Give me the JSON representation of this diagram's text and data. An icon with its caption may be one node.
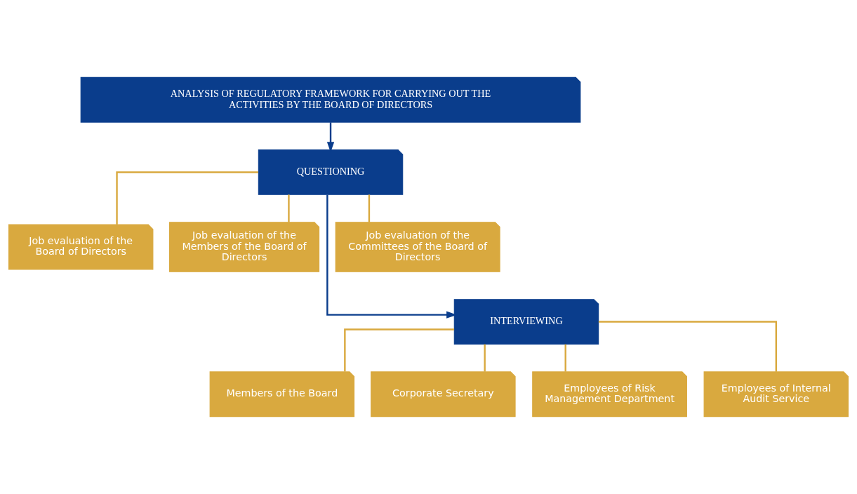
{
  "diagram": {
    "nodes": [
      {
        "text": [
          "ANALYSIS OF REGULATORY FRAMEWORK FOR CARRYING OUT THE ACTIVITIES BY THE BOARD OF DIRECTORS"
        ]
      },
      {
        "text": [
          "QUESTIONING"
        ]
      },
      {
        "text": [
          "Job evaluation of the Board of Directors"
        ]
      },
      {
        "text": [
          "Job evaluation of the Members of the Board of Directors"
        ]
      },
      {
        "text": [
          "Job evaluation of the Committees of the Board of Directors"
        ]
      },
      {
        "text": [
          "INTERVIEWING"
        ]
      },
      {
        "text": [
          "Members of the Board"
        ]
      },
      {
        "text": [
          "Corporate Secretary"
        ]
      },
      {
        "text": [
          "Employees of Risk Management Department"
        ]
      },
      {
        "text": [
          "Employees of Internal Audit Service"
        ]
      }
    ],
    "edges": [
      {
        "from": 0,
        "to": 1,
        "arrow": "to",
        "color": "#0a3d8c"
      },
      {
        "from": 1,
        "to": 2,
        "arrow": "none"
      },
      {
        "from": 1,
        "to": 3,
        "arrow": "none"
      },
      {
        "from": 1,
        "to": 4,
        "arrow": "none"
      },
      {
        "from": 1,
        "to": 5,
        "arrow": "to",
        "color": "#0a3d8c"
      },
      {
        "from": 5,
        "to": 6,
        "arrow": "none"
      },
      {
        "from": 5,
        "to": 7,
        "arrow": "none"
      },
      {
        "from": 5,
        "to": 8,
        "arrow": "none"
      },
      {
        "from": 5,
        "to": 9,
        "arrow": "none"
      }
    ]
  }
}
